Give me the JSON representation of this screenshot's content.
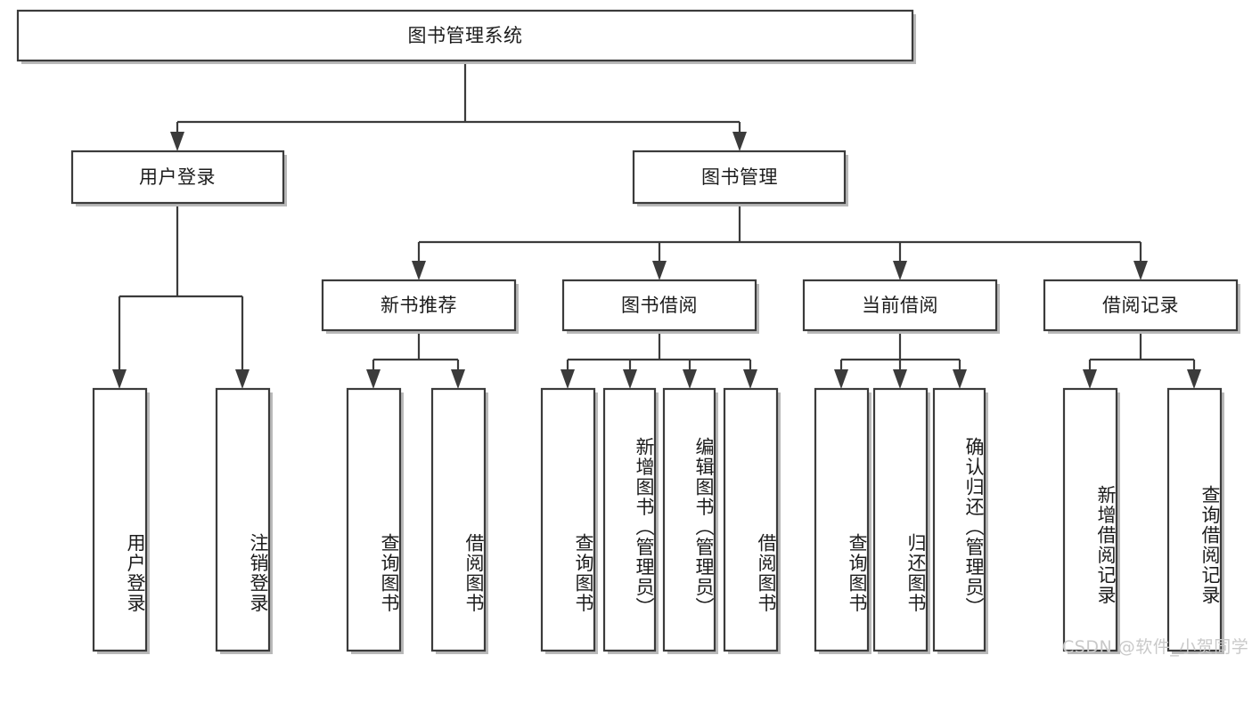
{
  "diagram": {
    "type": "tree-hierarchy",
    "title": "图书管理系统",
    "watermark": "CSDN @软件_小贺同学",
    "colors": {
      "stroke": "#3b3b3b",
      "fill": "#ffffff",
      "text": "#1c1c1c",
      "watermark": "#c9c9c9"
    },
    "nodes": {
      "root": {
        "label": "图书管理系统",
        "orientation": "horizontal"
      },
      "level2": [
        {
          "id": "user-login",
          "label": "用户登录",
          "orientation": "horizontal"
        },
        {
          "id": "book-management",
          "label": "图书管理",
          "orientation": "horizontal"
        }
      ],
      "level3": [
        {
          "id": "new-book-recommend",
          "label": "新书推荐",
          "orientation": "horizontal",
          "parent": "book-management"
        },
        {
          "id": "book-borrow",
          "label": "图书借阅",
          "orientation": "horizontal",
          "parent": "book-management"
        },
        {
          "id": "current-borrow",
          "label": "当前借阅",
          "orientation": "horizontal",
          "parent": "book-management"
        },
        {
          "id": "borrow-record",
          "label": "借阅记录",
          "orientation": "horizontal",
          "parent": "book-management"
        }
      ],
      "leaves": [
        {
          "id": "leaf-user-login",
          "label": "用户登录",
          "orientation": "vertical",
          "parent": "user-login"
        },
        {
          "id": "leaf-user-logout",
          "label": "注销登录",
          "orientation": "vertical",
          "parent": "user-login"
        },
        {
          "id": "leaf-query-book-1",
          "label": "查询图书",
          "orientation": "vertical",
          "parent": "new-book-recommend"
        },
        {
          "id": "leaf-borrow-book-1",
          "label": "借阅图书",
          "orientation": "vertical",
          "parent": "new-book-recommend"
        },
        {
          "id": "leaf-query-book-2",
          "label": "查询图书",
          "orientation": "vertical",
          "parent": "book-borrow"
        },
        {
          "id": "leaf-add-book",
          "label": "新增图书（管理员）",
          "orientation": "vertical",
          "parent": "book-borrow"
        },
        {
          "id": "leaf-edit-book",
          "label": "编辑图书（管理员）",
          "orientation": "vertical",
          "parent": "book-borrow"
        },
        {
          "id": "leaf-borrow-book-2",
          "label": "借阅图书",
          "orientation": "vertical",
          "parent": "book-borrow"
        },
        {
          "id": "leaf-query-book-3",
          "label": "查询图书",
          "orientation": "vertical",
          "parent": "current-borrow"
        },
        {
          "id": "leaf-return-book",
          "label": "归还图书",
          "orientation": "vertical",
          "parent": "current-borrow"
        },
        {
          "id": "leaf-confirm-return",
          "label": "确认归还（管理员）",
          "orientation": "vertical",
          "parent": "current-borrow"
        },
        {
          "id": "leaf-add-record",
          "label": "新增借阅记录",
          "orientation": "vertical",
          "parent": "borrow-record"
        },
        {
          "id": "leaf-query-record",
          "label": "查询借阅记录",
          "orientation": "vertical",
          "parent": "borrow-record"
        }
      ]
    }
  }
}
